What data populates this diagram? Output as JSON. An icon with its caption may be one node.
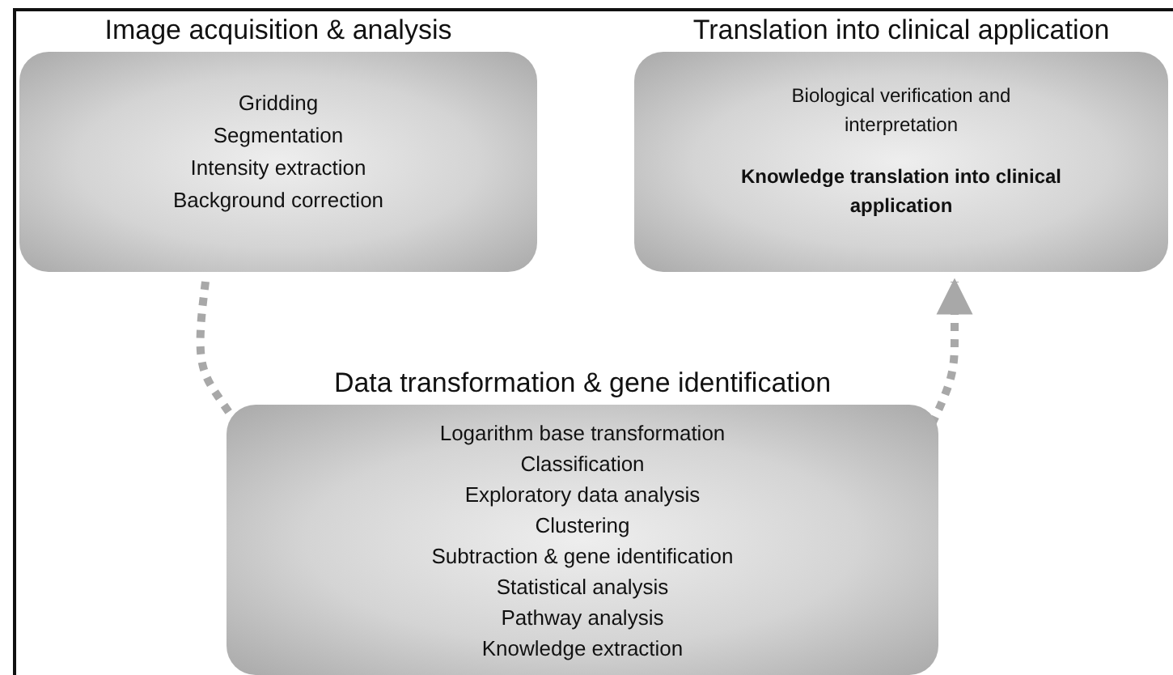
{
  "diagram": {
    "nodes": [
      {
        "text": [
          "Image acquisition & analysis",
          "Gridding",
          "Segmentation",
          "Intensity extraction",
          "Background correction"
        ]
      },
      {
        "text": [
          "Translation into clinical application",
          "Biological verification and interpretation",
          "Knowledge translation into clinical application"
        ]
      },
      {
        "text": [
          "Data transformation & gene identification",
          "Logarithm base transformation",
          "Classification",
          "Exploratory data analysis",
          "Clustering",
          "Subtraction & gene identification",
          "Statistical analysis",
          "Pathway analysis",
          "Knowledge extraction"
        ]
      }
    ],
    "edges": [
      {
        "from": 0,
        "to": 2,
        "arrow": "none",
        "style": "dashed"
      },
      {
        "from": 2,
        "to": 1,
        "arrow": "to",
        "style": "dashed"
      }
    ]
  }
}
